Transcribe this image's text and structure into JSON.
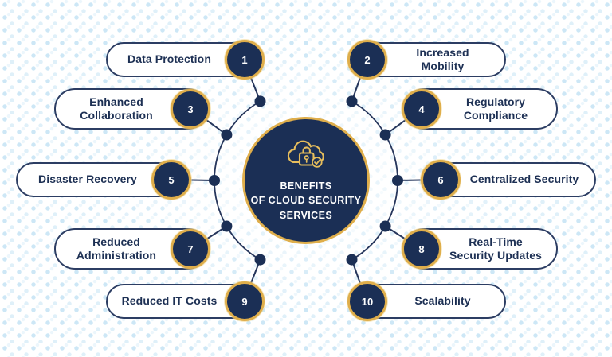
{
  "title": "Benefits of Cloud Security Services",
  "colors": {
    "navy": "#1b2f55",
    "gold": "#dfae4b",
    "connector_line": "#26365c",
    "pill_border": "#2c3d63",
    "label_text": "#1d3054",
    "pattern_blue": "#82c3e8"
  },
  "center": {
    "icon": "cloud-lock-check-icon",
    "title_lines": [
      "BENEFITS",
      "OF CLOUD SECURITY",
      "SERVICES"
    ]
  },
  "items": [
    {
      "number": "1",
      "label": "Data Protection",
      "side": "left"
    },
    {
      "number": "2",
      "label": "Increased Mobility",
      "side": "right"
    },
    {
      "number": "3",
      "label": "Enhanced Collaboration",
      "side": "left"
    },
    {
      "number": "4",
      "label": "Regulatory Compliance",
      "side": "right"
    },
    {
      "number": "5",
      "label": "Disaster Recovery",
      "side": "left"
    },
    {
      "number": "6",
      "label": "Centralized Security",
      "side": "right"
    },
    {
      "number": "7",
      "label": "Reduced Administration",
      "side": "left"
    },
    {
      "number": "8",
      "label": "Real-Time Security Updates",
      "side": "right"
    },
    {
      "number": "9",
      "label": "Reduced IT Costs",
      "side": "left"
    },
    {
      "number": "10",
      "label": "Scalability",
      "side": "right"
    }
  ]
}
